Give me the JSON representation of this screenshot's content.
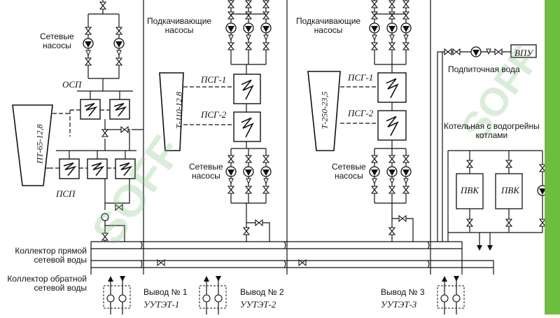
{
  "labels": {
    "network_pumps_1": "Сетевые\nнасосы",
    "osp": "ОСП",
    "psp": "ПСП",
    "turbine_1": "ПТ-65-12,8",
    "booster_pumps_2": "Подкачивающие\nнасосы",
    "turbine_2": "Т-110-12,8",
    "psg1_2": "ПСГ-1",
    "psg2_2": "ПСГ-2",
    "network_pumps_2": "Сетевые\nнасосы",
    "booster_pumps_3": "Подкачивающие\nнасосы",
    "turbine_3": "Т-250-23,5",
    "psg1_3": "ПСГ-1",
    "psg2_3": "ПСГ-2",
    "network_pumps_3": "Сетевые\nнасосы",
    "vpu": "ВПУ",
    "makeup_water": "Подпиточная вода",
    "boiler_room": "Котельная с водогрейны\nкотлами",
    "pvk_1": "ПВК",
    "pvk_2": "ПВК",
    "collector_direct": "Коллектор прямой\nсетевой воды",
    "collector_return": "Коллектор обратной\nсетевой воды",
    "outlet_1": "Вывод № 1",
    "uutae_1": "УУТЭТ-1",
    "outlet_2": "Вывод № 2",
    "uutae_2": "УУТЭТ-2",
    "outlet_3": "Вывод № 3",
    "uutae_3": "УУТЭТ-3"
  },
  "watermark": "SOFF",
  "colors": {
    "line": "#111111",
    "watermark": "#8fcf8f",
    "side_bar": "#6cbf3c"
  }
}
